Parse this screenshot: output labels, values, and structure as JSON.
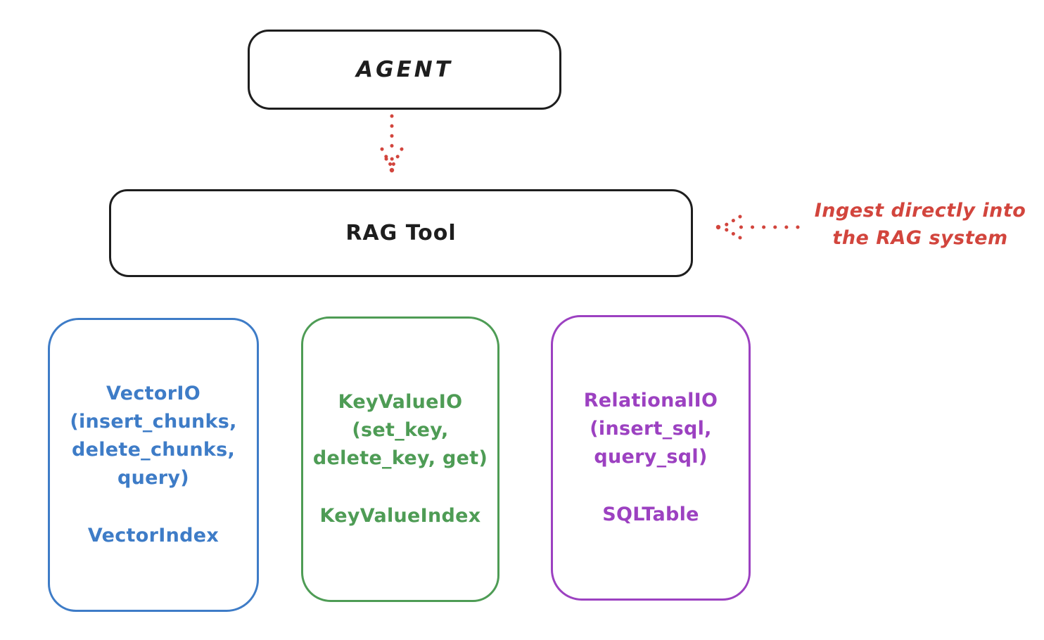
{
  "colors": {
    "ink": "#1e1e1e",
    "red": "#d2453d",
    "blue": "#3e7cc7",
    "green": "#4e9c55",
    "purple": "#9c41c1"
  },
  "agent_box": {
    "label": "AGENT"
  },
  "rag_tool_box": {
    "label": "RAG Tool"
  },
  "annotation": {
    "line1": "Ingest directly into",
    "line2": "the RAG system"
  },
  "storage_boxes": [
    {
      "api_label": "VectorIO\n(insert_chunks,\ndelete_chunks,\nquery)",
      "index_label": "VectorIndex",
      "color": "#3e7cc7"
    },
    {
      "api_label": "KeyValueIO\n(set_key,\ndelete_key, get)",
      "index_label": "KeyValueIndex",
      "color": "#4e9c55"
    },
    {
      "api_label": "RelationalIO\n(insert_sql,\nquery_sql)",
      "index_label": "SQLTable",
      "color": "#9c41c1"
    }
  ]
}
